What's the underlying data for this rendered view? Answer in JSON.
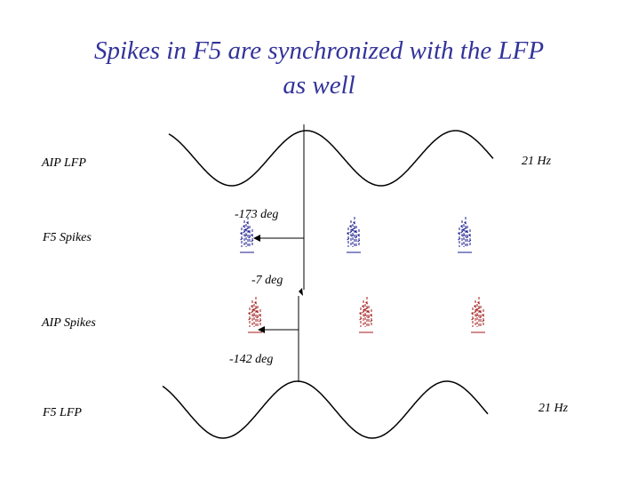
{
  "title_line1": "Spikes in F5 are synchronized with the LFP",
  "title_line2": "as well",
  "labels": {
    "aip_lfp": "AIP LFP",
    "f5_spikes": "F5 Spikes",
    "aip_spikes": "AIP Spikes",
    "f5_lfp": "F5 LFP",
    "aip_lfp_freq": "21 Hz",
    "f5_lfp_freq": "21 Hz"
  },
  "phases": {
    "f5_spike_phase": "-173 deg",
    "between_phase": "-7 deg",
    "aip_spike_phase": "-142 deg"
  },
  "colors": {
    "title": "#33339a",
    "f5_spikes": "#1a1a8c",
    "aip_spikes": "#a01818",
    "lines": "#000000"
  }
}
